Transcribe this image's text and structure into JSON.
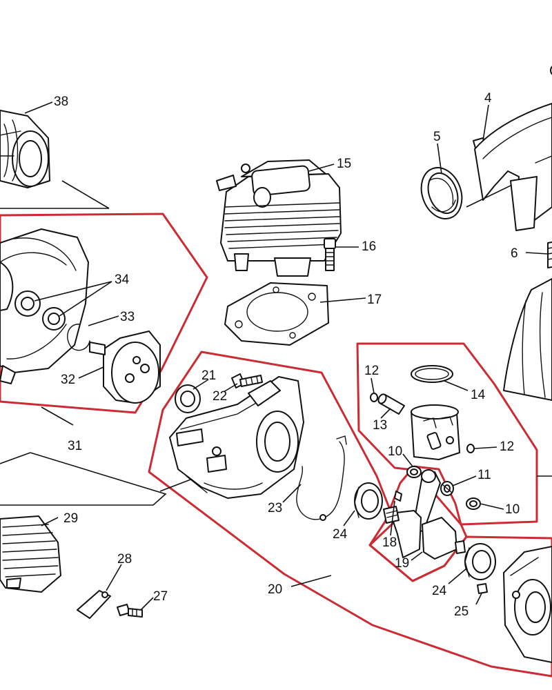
{
  "diagram": {
    "accent_color": "#cc2b33",
    "line_color": "#111111",
    "background": "#ffffff",
    "callouts": [
      {
        "id": "c38",
        "label": "38"
      },
      {
        "id": "c4",
        "label": "4"
      },
      {
        "id": "c5",
        "label": "5"
      },
      {
        "id": "c15",
        "label": "15"
      },
      {
        "id": "c6",
        "label": "6"
      },
      {
        "id": "c16",
        "label": "16"
      },
      {
        "id": "c34",
        "label": "34"
      },
      {
        "id": "c17",
        "label": "17"
      },
      {
        "id": "c33",
        "label": "33"
      },
      {
        "id": "c12a",
        "label": "12"
      },
      {
        "id": "c14",
        "label": "14"
      },
      {
        "id": "c21",
        "label": "21"
      },
      {
        "id": "c22",
        "label": "22"
      },
      {
        "id": "c32",
        "label": "32"
      },
      {
        "id": "c13",
        "label": "13"
      },
      {
        "id": "c12b",
        "label": "12"
      },
      {
        "id": "c31",
        "label": "31"
      },
      {
        "id": "c10a",
        "label": "10"
      },
      {
        "id": "c11",
        "label": "11"
      },
      {
        "id": "c29",
        "label": "29"
      },
      {
        "id": "c23",
        "label": "23"
      },
      {
        "id": "c10b",
        "label": "10"
      },
      {
        "id": "c24a",
        "label": "24"
      },
      {
        "id": "c18",
        "label": "18"
      },
      {
        "id": "c28",
        "label": "28"
      },
      {
        "id": "c19",
        "label": "19"
      },
      {
        "id": "c20",
        "label": "20"
      },
      {
        "id": "c24b",
        "label": "24"
      },
      {
        "id": "c27",
        "label": "27"
      },
      {
        "id": "c25",
        "label": "25"
      }
    ]
  }
}
